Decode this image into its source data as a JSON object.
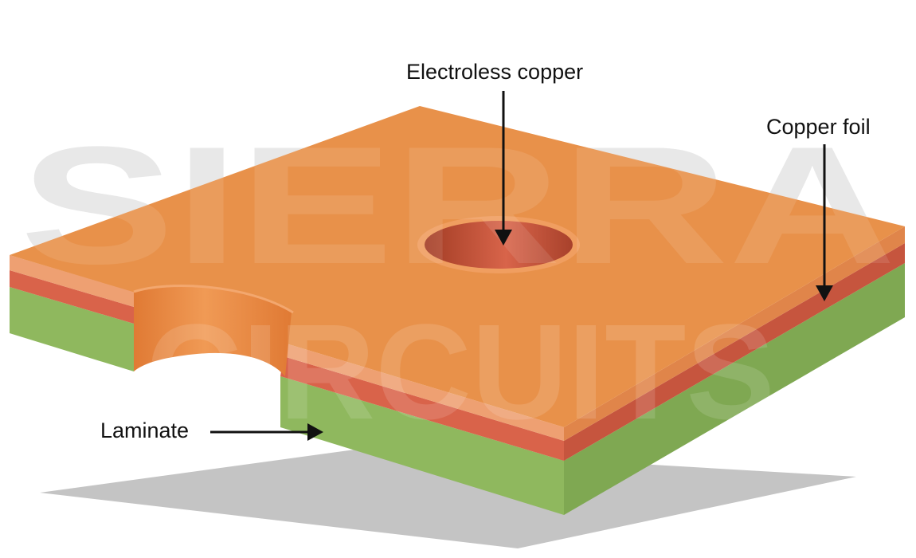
{
  "diagram": {
    "labels": {
      "electroless_copper": "Electroless copper",
      "copper_foil": "Copper foil",
      "laminate": "Laminate"
    },
    "watermark": {
      "line1": "SIERRA",
      "line2": "CIRCUITS"
    },
    "colors": {
      "electroless_copper_top": "#E8914A",
      "copper_foil": "#D9634A",
      "laminate": "#8FB85E",
      "shadow": "#C4C4C4",
      "watermark": "#E6E6E6",
      "arrow": "#111111"
    }
  }
}
